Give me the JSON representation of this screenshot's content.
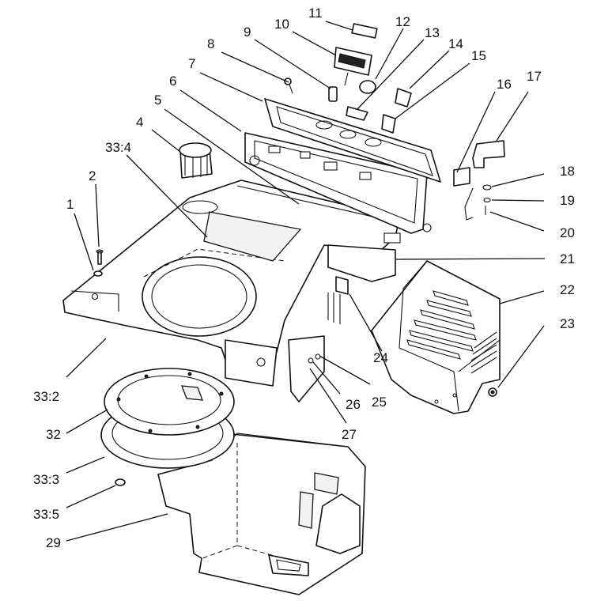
{
  "callouts": [
    {
      "id": "1",
      "text": "1"
    },
    {
      "id": "2",
      "text": "2"
    },
    {
      "id": "4",
      "text": "4"
    },
    {
      "id": "33_4",
      "text": "33:4"
    },
    {
      "id": "5",
      "text": "5"
    },
    {
      "id": "6",
      "text": "6"
    },
    {
      "id": "7",
      "text": "7"
    },
    {
      "id": "8",
      "text": "8"
    },
    {
      "id": "9",
      "text": "9"
    },
    {
      "id": "10",
      "text": "10"
    },
    {
      "id": "11",
      "text": "11"
    },
    {
      "id": "12",
      "text": "12"
    },
    {
      "id": "13",
      "text": "13"
    },
    {
      "id": "14",
      "text": "14"
    },
    {
      "id": "15",
      "text": "15"
    },
    {
      "id": "16",
      "text": "16"
    },
    {
      "id": "17",
      "text": "17"
    },
    {
      "id": "18",
      "text": "18"
    },
    {
      "id": "19",
      "text": "19"
    },
    {
      "id": "20",
      "text": "20"
    },
    {
      "id": "21",
      "text": "21"
    },
    {
      "id": "22",
      "text": "22"
    },
    {
      "id": "23",
      "text": "23"
    },
    {
      "id": "24",
      "text": "24"
    },
    {
      "id": "25",
      "text": "25"
    },
    {
      "id": "26",
      "text": "26"
    },
    {
      "id": "27",
      "text": "27"
    },
    {
      "id": "33_2",
      "text": "33:2"
    },
    {
      "id": "32",
      "text": "32"
    },
    {
      "id": "33_3",
      "text": "33:3"
    },
    {
      "id": "33_5",
      "text": "33:5"
    },
    {
      "id": "29",
      "text": "29"
    }
  ]
}
